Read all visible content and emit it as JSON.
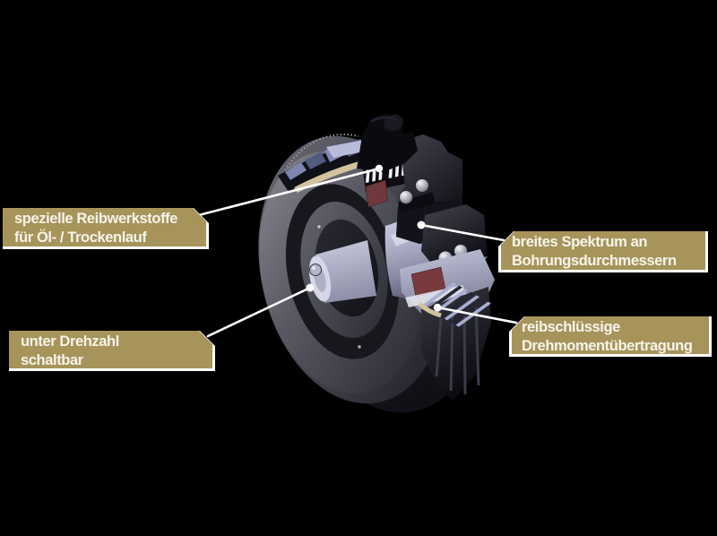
{
  "page": {
    "background": "#000000"
  },
  "illustration": {
    "name": "clutch-cutaway-3d-render",
    "colors": {
      "metal_dark": "#23232c",
      "metal_mid": "#6e6e78",
      "shaft_lavender": "#b6b8ce",
      "cut_surface_beige": "#d2c29e",
      "friction_pad_red": "#6f383d",
      "spring_white": "#f2f2f5"
    }
  },
  "callouts": {
    "box_bg": "#a6945a",
    "box_border": "#ffffff",
    "text_color": "#f7f4ec",
    "leader_color": "#ffffff",
    "items": [
      {
        "id": "friction-materials",
        "lines": [
          "spezielle Reibwerkstoffe",
          "für Öl- / Trockenlauf"
        ]
      },
      {
        "id": "switchable-under-speed",
        "lines": [
          "unter Drehzahl",
          "schaltbar"
        ]
      },
      {
        "id": "bore-diameters",
        "lines": [
          "breites Spektrum an",
          "Bohrungsdurchmessern"
        ]
      },
      {
        "id": "friction-torque",
        "lines": [
          "reibschlüssige",
          "Drehmomentübertragung"
        ]
      }
    ]
  }
}
